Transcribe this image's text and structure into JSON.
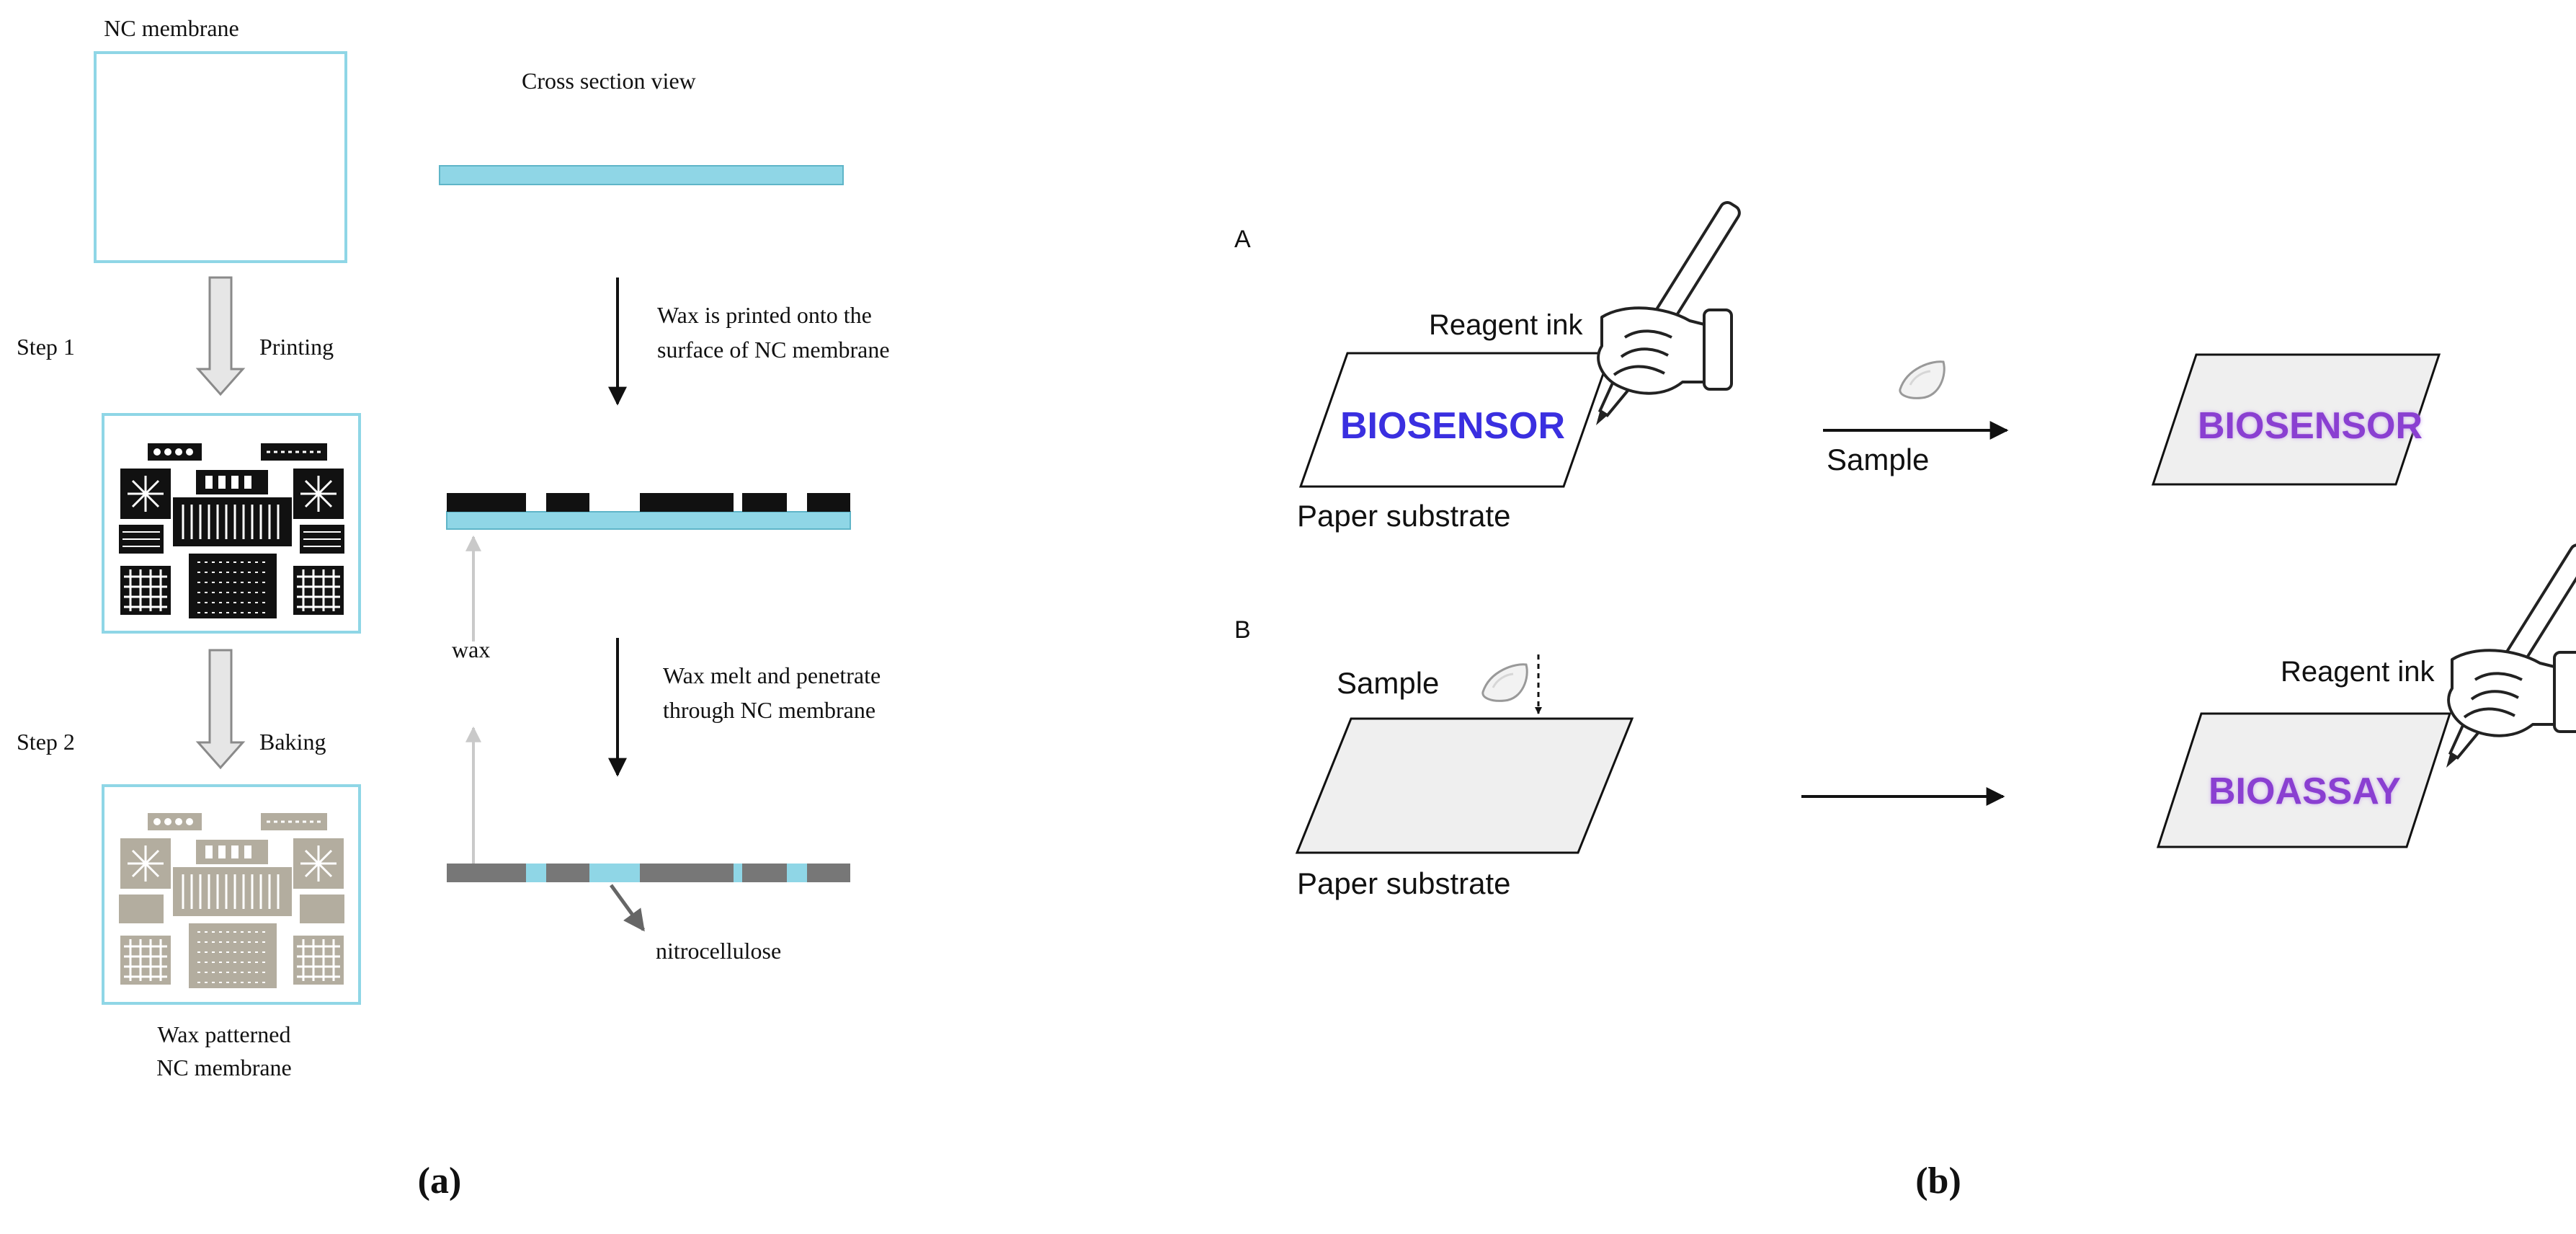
{
  "colors": {
    "membrane_cyan": "#8fd6e6",
    "membrane_border": "#7fcddc",
    "wax_black": "#111111",
    "baked_grey": "#777777",
    "baked_pattern": "#b3ad9f",
    "arrow_grey": "#c9c9c9",
    "ink_blue": "#3a2fe0",
    "ink_purple": "#8a3fd1",
    "paper_fill": "#efefef",
    "pen_blue": "#2a5db0"
  },
  "panel_a": {
    "nc_membrane_label": "NC membrane",
    "cross_section_label": "Cross section view",
    "step1_label": "Step 1",
    "printing_label": "Printing",
    "wax_printed_line1": "Wax is printed onto the",
    "wax_printed_line2": "surface of NC membrane",
    "wax_label": "wax",
    "step2_label": "Step 2",
    "baking_label": "Baking",
    "wax_melt_line1": "Wax melt and penetrate",
    "wax_melt_line2": "through NC membrane",
    "nitrocellulose_label": "nitrocellulose",
    "wax_patterned_line1": "Wax patterned",
    "wax_patterned_line2": "NC membrane",
    "caption": "(a)"
  },
  "panel_b": {
    "label_A": "A",
    "label_B": "B",
    "reagent_ink_A": "Reagent ink",
    "biosensor_left": "BIOSENSOR",
    "paper_substrate_A": "Paper substrate",
    "sample_A": "Sample",
    "biosensor_right": "BIOSENSOR",
    "sample_B": "Sample",
    "paper_substrate_B": "Paper substrate",
    "reagent_ink_B": "Reagent ink",
    "bioassay": "BIOASSAY",
    "caption": "(b)"
  }
}
